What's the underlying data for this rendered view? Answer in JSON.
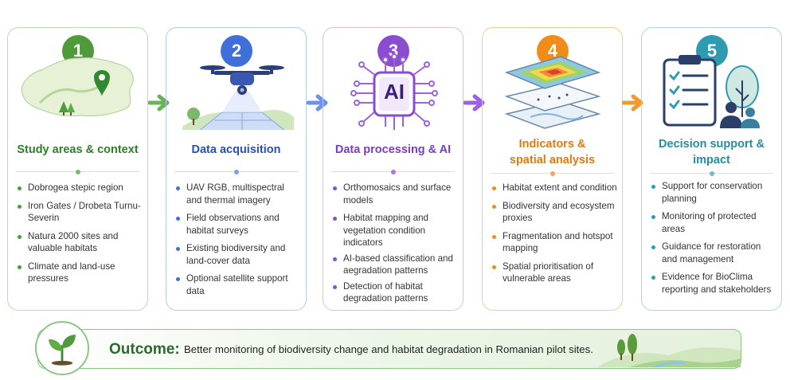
{
  "steps": [
    {
      "number": "1",
      "title_lines": [
        "Study areas & context"
      ],
      "bullets": [
        "Dobrogea stepic region",
        "Iron Gates / Drobeta Turnu-Severin",
        "Natura 2000 sites and valuable habitats",
        "Climate and land-use pressures"
      ],
      "color": "#4f9a3a"
    },
    {
      "number": "2",
      "title_lines": [
        "Data acquisition"
      ],
      "bullets": [
        "UAV RGB, multispectral and thermal imagery",
        "Field observations and habitat surveys",
        "Existing biodiversity and land-cover data",
        "Optional satellite support data"
      ],
      "color": "#3f6fd8"
    },
    {
      "number": "3",
      "title_lines": [
        "Data processing & AI"
      ],
      "bullets": [
        "Orthomosaics and surface models",
        "Habitat mapping and vegetation condition indicators",
        "AI-based classification and aegradation patterns",
        "Detection of habitat degradation patterns"
      ],
      "color": "#8a4dd0"
    },
    {
      "number": "4",
      "title_lines": [
        "Indicators &",
        "spatial analysis"
      ],
      "bullets": [
        "Habitat extent and condition",
        "Biodiversity and ecosystem proxies",
        "Fragmentation and hotspot mapping",
        "Spatial prioritisation of vulnerable areas"
      ],
      "color": "#f08c1a"
    },
    {
      "number": "5",
      "title_lines": [
        "Decision support &",
        "impact"
      ],
      "bullets": [
        "Support for conservation planning",
        "Monitoring of protected areas",
        "Guidance for restoration and management",
        "Evidence for BioClima reporting and stakeholders"
      ],
      "color": "#2e9bb0"
    }
  ],
  "ai_chip_label": "AI",
  "outcome": {
    "label": "Outcome:",
    "text": "Better monitoring of biodiversity change and habitat degradation in Romanian pilot sites."
  }
}
